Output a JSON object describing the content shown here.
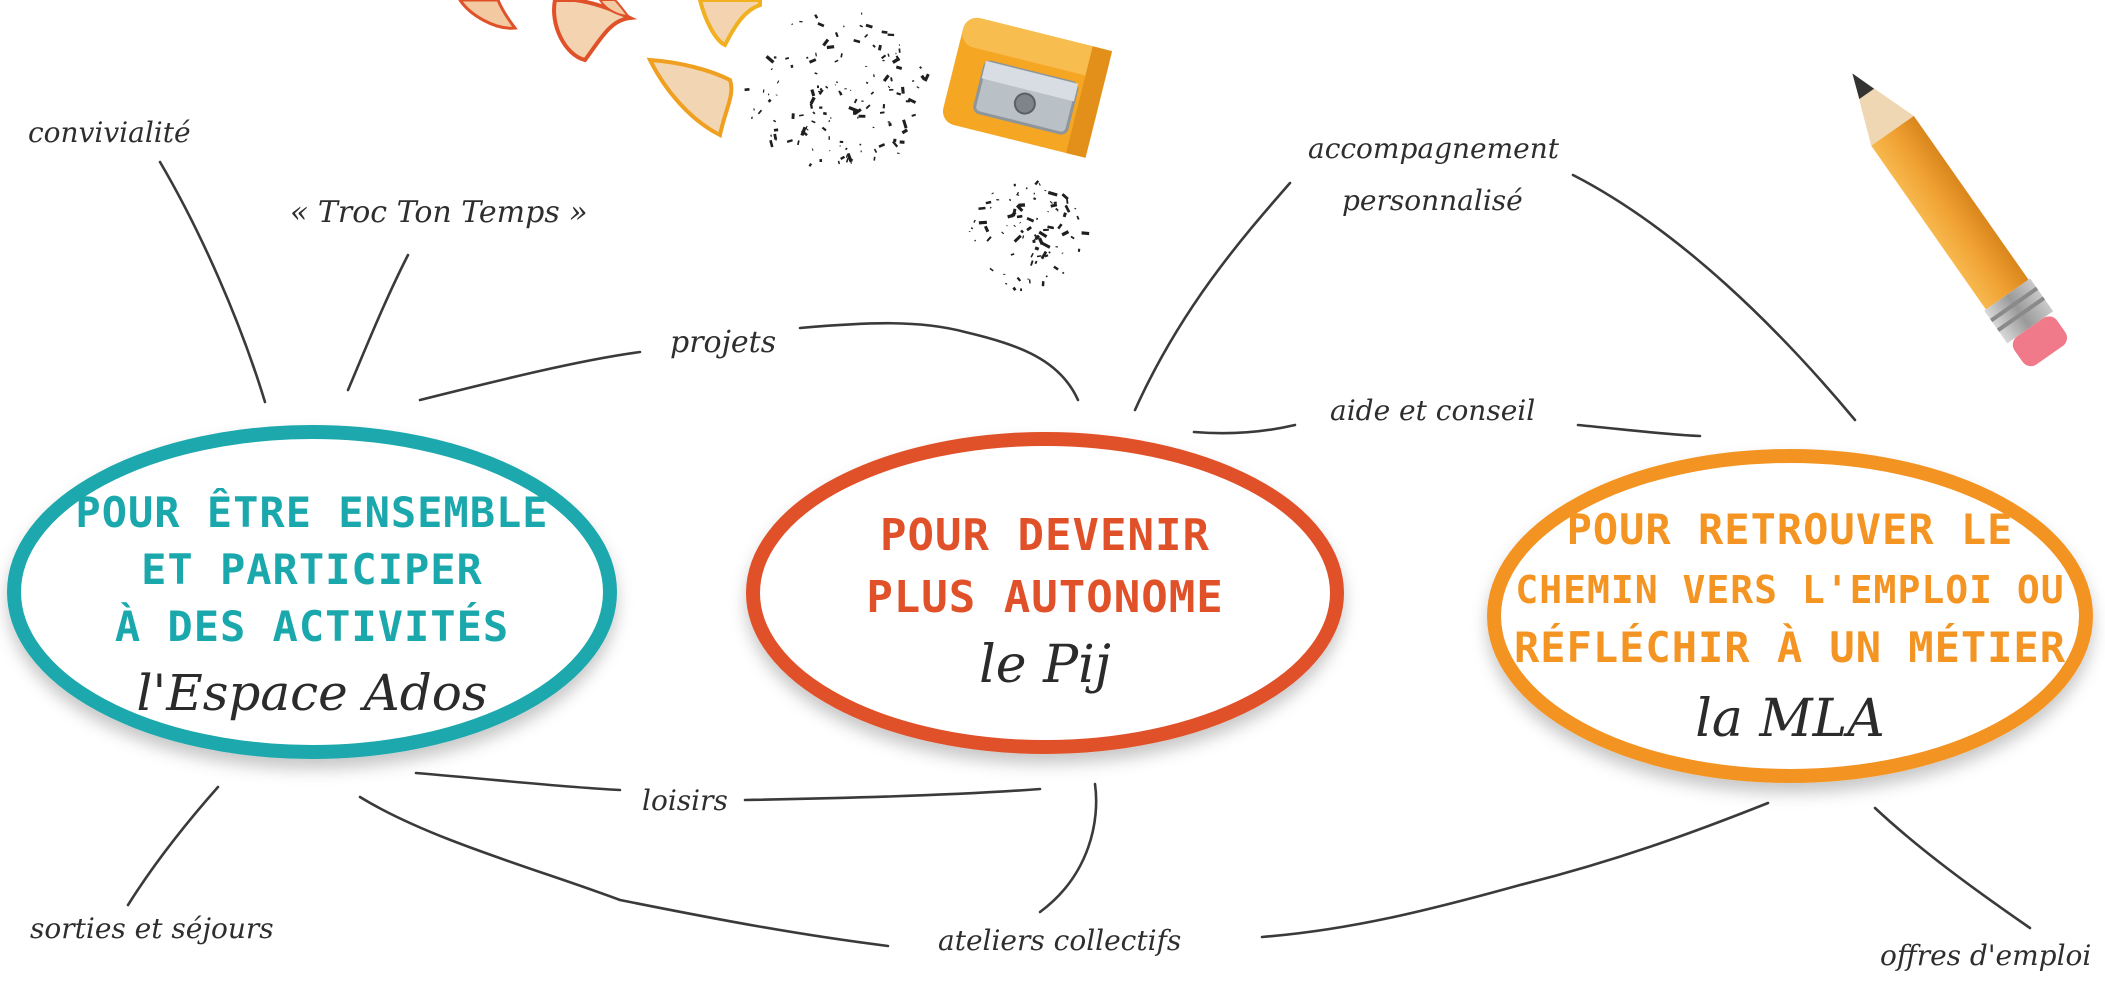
{
  "hubs": {
    "ados": {
      "title_lines": [
        "POUR ÊTRE ENSEMBLE",
        "ET PARTICIPER",
        "À DES ACTIVITÉS"
      ],
      "name": "l'Espace Ados",
      "color": "#1aa8ad"
    },
    "pij": {
      "title_lines": [
        "POUR DEVENIR",
        "PLUS AUTONOME"
      ],
      "name": "le Pij",
      "color": "#e0512a"
    },
    "mla": {
      "title_lines": [
        "POUR RETROUVER LE",
        "CHEMIN VERS L'EMPLOI OU",
        "RÉFLÉCHIR À UN MÉTIER"
      ],
      "name": "la MLA",
      "color": "#f39423"
    }
  },
  "labels": {
    "convivialite": "convivialité",
    "troc": "« Troc Ton Temps »",
    "projets": "projets",
    "accompagnement_1": "accompagnement",
    "accompagnement_2": "personnalisé",
    "aide": "aide et conseil",
    "loisirs": "loisirs",
    "sorties": "sorties et séjours",
    "ateliers": "ateliers collectifs",
    "offres": "offres d'emploi"
  },
  "icons": {
    "shavings": "pencil-shavings-icon",
    "sharpener": "pencil-sharpener-icon",
    "pencil": "pencil-icon"
  },
  "colors": {
    "text": "#2e2e2e",
    "line": "#3a3a3a",
    "sharpener": "#f5a623",
    "pencil_body": "#f4a93a",
    "eraser": "#f07a8a"
  }
}
